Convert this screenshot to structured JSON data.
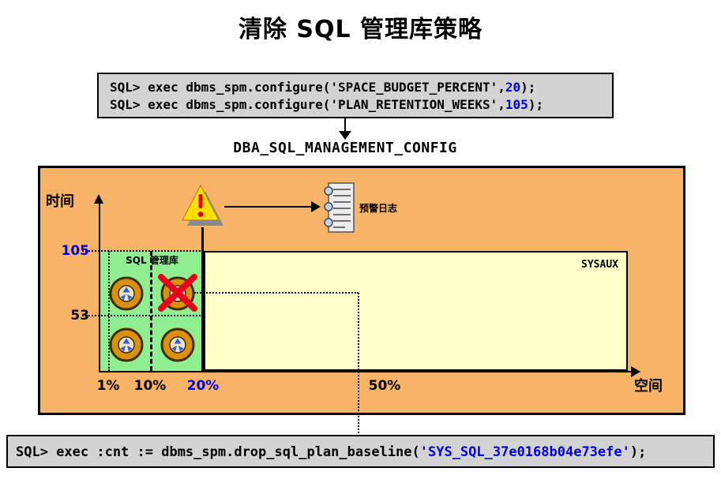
{
  "title": "清除 SQL 管理库策略",
  "top_code": {
    "lines": [
      {
        "prefix": "SQL> exec dbms_spm.configure('SPACE_BUDGET_PERCENT',",
        "value": "20",
        "suffix": ");"
      },
      {
        "prefix": "SQL> exec dbms_spm.configure('PLAN_RETENTION_WEEKS',",
        "value": "105",
        "suffix": ");"
      }
    ]
  },
  "config_view_label": "DBA_SQL_MANAGEMENT_CONFIG",
  "diagram": {
    "time_axis_label": "时间",
    "space_axis_label": "空间",
    "y_tick_105": "105",
    "y_tick_53": "53",
    "x_tick_1": "1%",
    "x_tick_10": "10%",
    "x_tick_20": "20%",
    "x_tick_50": "50%",
    "smb_label": "SQL 管理库",
    "sysaux_label": "SYSAUX",
    "alert_log_label": "预警日志"
  },
  "bottom_code": {
    "prefix": "SQL> exec :cnt := dbms_spm.drop_sql_plan_baseline(",
    "value": "'SYS_SQL_37e0168b04e73efe'",
    "suffix": ");"
  },
  "colors": {
    "accent_blue": "#0000D8",
    "diagram_bg": "#F8B466",
    "sysaux_bg": "#FFFFC8",
    "smb_bg": "#8FEE8F",
    "code_bg": "#D3D3D3",
    "warning_red": "#E8001C",
    "plan_ring_orange": "#D8920E"
  },
  "icons": {
    "warning-icon": "yellow-triangle-red-exclamation",
    "alert-log-icon": "spiral-log-document",
    "plan-baseline-icon": "orange-ring-with-blue-arrows",
    "dropped-plan-x-icon": "red-cross",
    "down-arrowhead-icon": "▼",
    "right-arrowhead-icon": "►",
    "up-arrowhead-icon": "▲"
  }
}
